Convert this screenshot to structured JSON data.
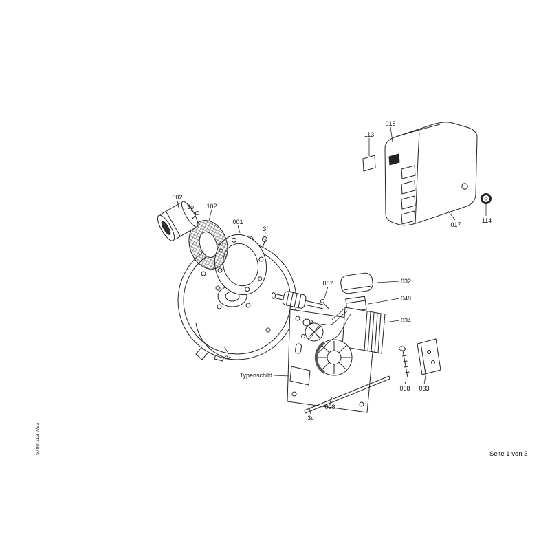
{
  "diagram": {
    "footer": "Seite 1 von 3",
    "doc_code": "5780 113   7/93",
    "typenschild_label": "Typenschild",
    "part_labels": {
      "p015": "015",
      "p113": "113",
      "p017": "017",
      "p114": "114",
      "p002": "002",
      "p3o": "3o",
      "p102": "102",
      "p001": "001",
      "p3f": "3f",
      "p3c_housing": "3c.",
      "p067": "067",
      "p032": "032",
      "p048": "048",
      "p034": "034",
      "p058": "058",
      "p033": "033",
      "p008": "008",
      "p3c_plate": "3c"
    }
  }
}
